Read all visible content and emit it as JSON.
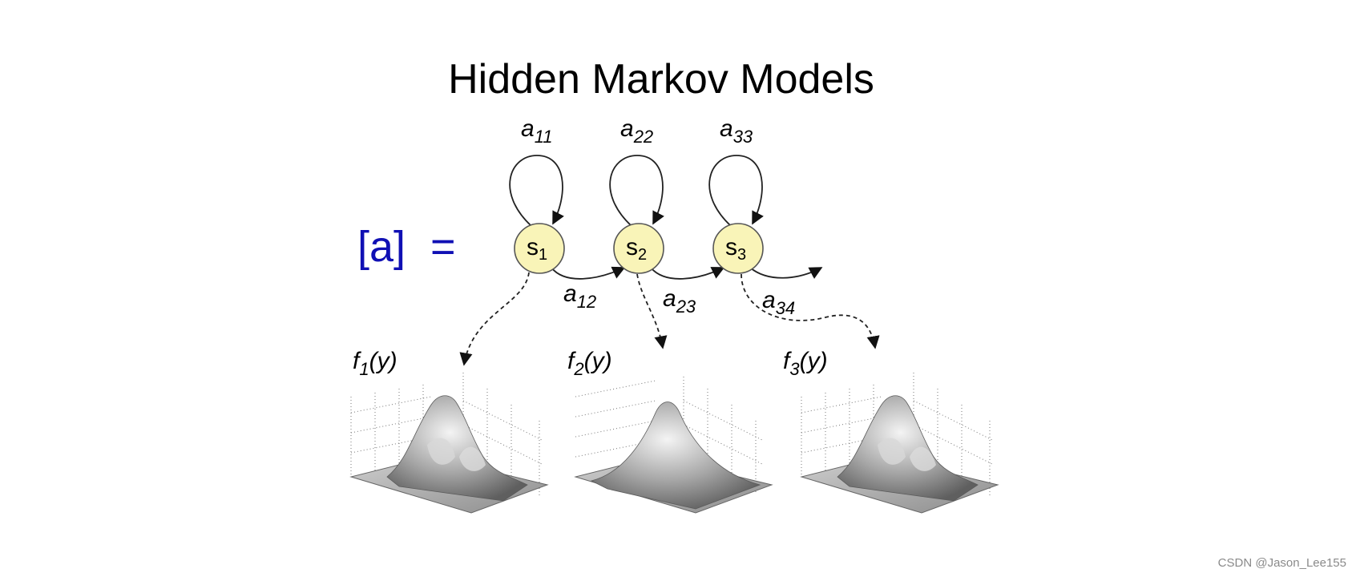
{
  "title": "Hidden Markov Models",
  "matrix_label": {
    "bracket": "[a]",
    "equals": "="
  },
  "states": [
    {
      "letter": "s",
      "index": "1"
    },
    {
      "letter": "s",
      "index": "2"
    },
    {
      "letter": "s",
      "index": "3"
    }
  ],
  "self_transitions": [
    {
      "letter": "a",
      "index": "11"
    },
    {
      "letter": "a",
      "index": "22"
    },
    {
      "letter": "a",
      "index": "33"
    }
  ],
  "forward_transitions": [
    {
      "letter": "a",
      "index": "12"
    },
    {
      "letter": "a",
      "index": "23"
    },
    {
      "letter": "a",
      "index": "34"
    }
  ],
  "emissions": [
    {
      "f": "f",
      "index": "1",
      "arg": "(y)"
    },
    {
      "f": "f",
      "index": "2",
      "arg": "(y)"
    },
    {
      "f": "f",
      "index": "3",
      "arg": "(y)"
    }
  ],
  "watermark": "CSDN @Jason_Lee155",
  "colors": {
    "state_fill": "#f9f4b8",
    "state_stroke": "#555555",
    "matrix_label": "#1010b4",
    "edge": "#222222",
    "surface_light": "#efefef",
    "surface_dark": "#6f6f6f"
  }
}
